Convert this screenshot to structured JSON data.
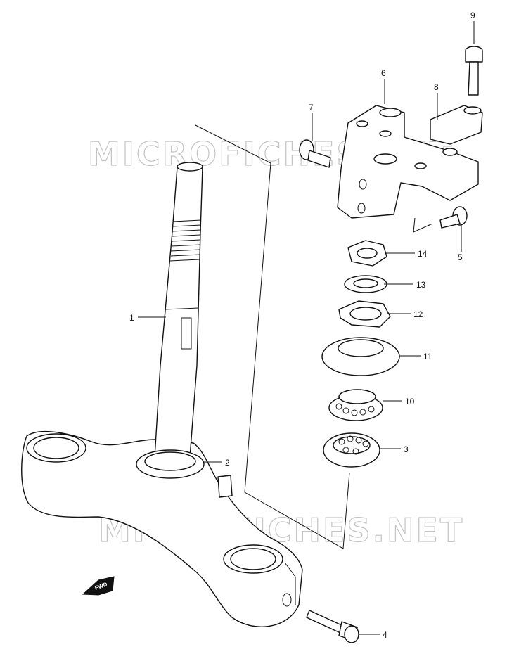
{
  "watermark": "MICROFICHES.NET",
  "forward_label": "FWD",
  "callouts": [
    "1",
    "2",
    "3",
    "4",
    "5",
    "6",
    "7",
    "8",
    "9",
    "10",
    "11",
    "12",
    "13",
    "14"
  ]
}
